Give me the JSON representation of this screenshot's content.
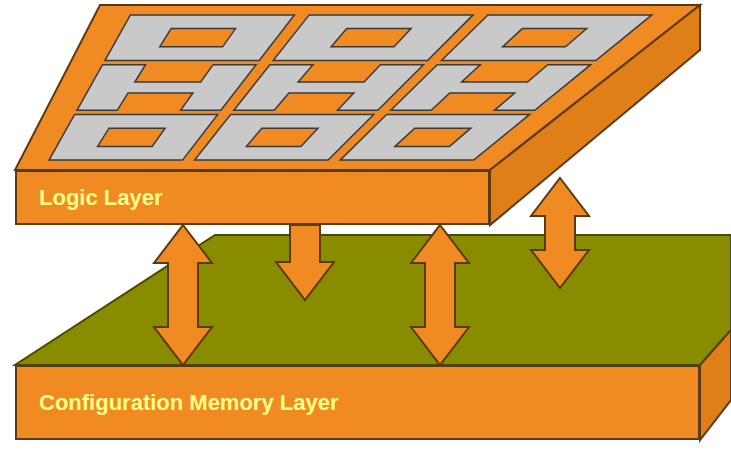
{
  "diagram": {
    "nodes": [
      {
        "text": [
          "Logic Layer"
        ]
      },
      {
        "text": [
          "Configuration Memory Layer"
        ]
      }
    ],
    "edges": [
      {
        "from": 0,
        "to": 1,
        "arrow": "both"
      },
      {
        "from": 0,
        "to": 1,
        "arrow": "to"
      },
      {
        "from": 0,
        "to": 1,
        "arrow": "both"
      },
      {
        "from": 0,
        "to": 1,
        "arrow": "both"
      }
    ]
  }
}
